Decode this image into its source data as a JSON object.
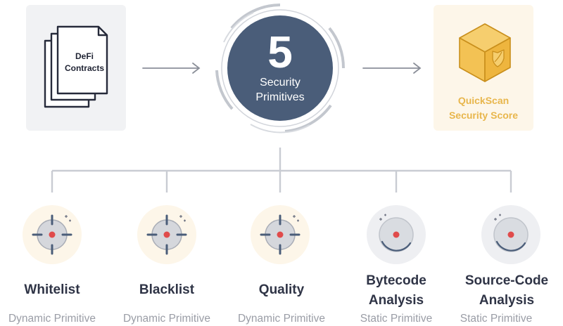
{
  "input": {
    "label_line1": "DeFi",
    "label_line2": "Contracts"
  },
  "center": {
    "number": "5",
    "label_line1": "Security",
    "label_line2": "Primitives"
  },
  "output": {
    "label_line1": "QuickScan",
    "label_line2": "Security Score"
  },
  "primitives": [
    {
      "name": "Whitelist",
      "type": "Dynamic Primitive",
      "icon": "crosshair-icon"
    },
    {
      "name": "Blacklist",
      "type": "Dynamic Primitive",
      "icon": "crosshair-icon"
    },
    {
      "name": "Quality",
      "type": "Dynamic Primitive",
      "icon": "crosshair-icon"
    },
    {
      "name_line1": "Bytecode",
      "name_line2": "Analysis",
      "type": "Static Primitive",
      "icon": "lens-icon"
    },
    {
      "name_line1": "Source-Code",
      "name_line2": "Analysis",
      "type": "Static Primitive",
      "icon": "lens-icon"
    }
  ],
  "colors": {
    "navy": "#4a5d79",
    "gold": "#e8b64c",
    "gold_bg": "#fdf6e9",
    "gray_bg": "#f1f2f4",
    "connector": "#c9ccd3",
    "target_red": "#e04b4b"
  }
}
